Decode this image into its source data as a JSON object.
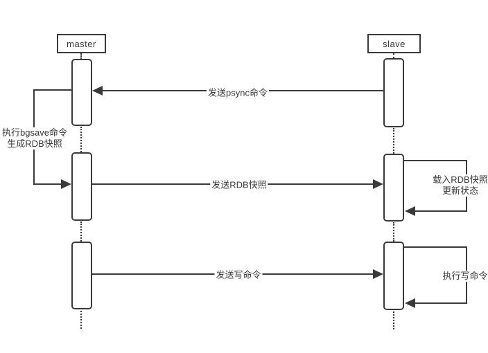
{
  "colors": {
    "stroke": "#3a3a3a",
    "background": "#ffffff"
  },
  "participants": [
    {
      "id": "master",
      "label": "master"
    },
    {
      "id": "slave",
      "label": "slave"
    }
  ],
  "messages": [
    {
      "type": "message",
      "from": "slave",
      "to": "master",
      "label": "发送psync命令"
    },
    {
      "type": "self",
      "actor": "master",
      "label_lines": [
        "执行bgsave命令",
        "生成RDB快照"
      ]
    },
    {
      "type": "message",
      "from": "master",
      "to": "slave",
      "label": "发送RDB快照"
    },
    {
      "type": "self",
      "actor": "slave",
      "label_lines": [
        "载入RDB快照",
        "更新状态"
      ]
    },
    {
      "type": "message",
      "from": "master",
      "to": "slave",
      "label": "发送写命令"
    },
    {
      "type": "self",
      "actor": "slave",
      "label_lines": [
        "执行写命令"
      ]
    }
  ]
}
